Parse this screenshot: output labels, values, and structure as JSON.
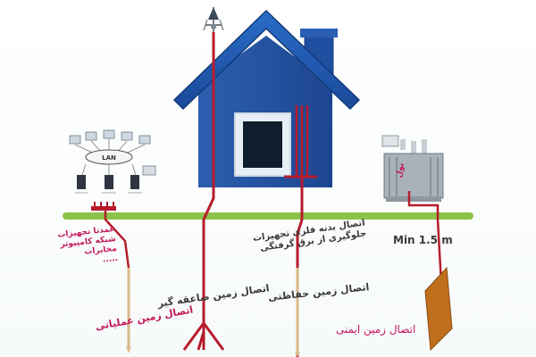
{
  "labels": {
    "lightning_ground": "اتصال زمین صاعقه گیر",
    "protective_ground": "اتصال زمین حفاظتی",
    "functional_ground": "اتصال زمین عملیاتی",
    "safety_ground": "اتصال زمین ایمنی",
    "equipment_network_line1": "عمدتا تجهیزات",
    "equipment_network_line2": "شبکه کامپیوتر",
    "equipment_network_line3": "مخابرات",
    "equipment_network_line4": ".....",
    "metal_body_line1": "اتصال بدنه فلزی تجهیزات",
    "metal_body_line2": "جلوگیری از برق گرفتگی",
    "min_depth": "Min 1.5 m",
    "neutral": "نول",
    "lan": "LAN"
  },
  "colors": {
    "ground_line": "#8bc34a",
    "wire": "#b71c2c",
    "house": "#1f4fa0",
    "label_red": "#c2185b",
    "label_dark": "#3a3a3a",
    "plate": "#c0701c"
  },
  "icons": {
    "lightning_rod": "lightning-rod-icon",
    "network": "network-computers-icon",
    "transformer": "transformer-icon"
  }
}
